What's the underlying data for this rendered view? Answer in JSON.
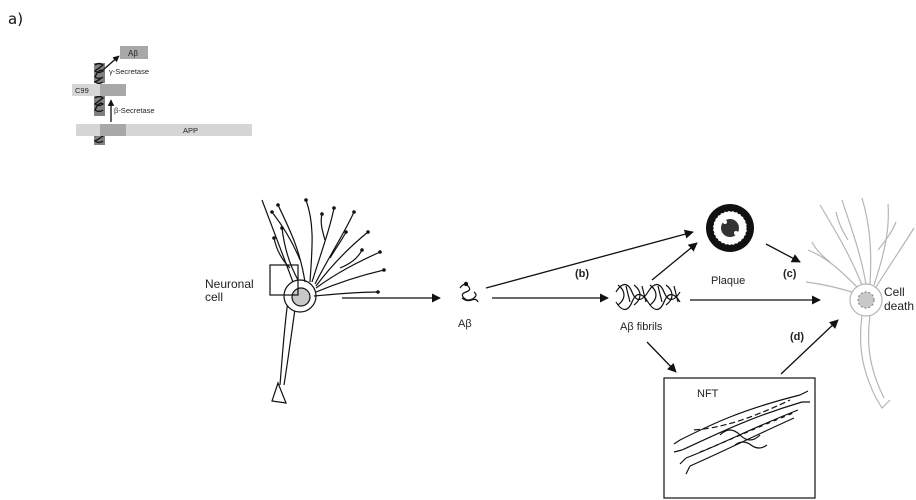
{
  "panel_label": "a)",
  "inset": {
    "abeta": "Aβ",
    "gamma_secretase": "γ-Secretase",
    "c99": "C99",
    "beta_secretase": "β-Secretase",
    "app": "APP"
  },
  "pathway": {
    "neuronal_cell_line1": "Neuronal",
    "neuronal_cell_line2": "cell",
    "abeta": "Aβ",
    "abeta_fibrils": "Aβ fibrils",
    "plaque": "Plaque",
    "nft": "NFT",
    "cell_death_line1": "Cell",
    "cell_death_line2": "death",
    "step_b": "(b)",
    "step_c": "(c)",
    "step_d": "(d)"
  },
  "colors": {
    "line": "#111111",
    "gray_bar": "#d6d6d6",
    "dark_gray_bar": "#a8a8a8",
    "faded_neuron": "#b5b5b5"
  }
}
